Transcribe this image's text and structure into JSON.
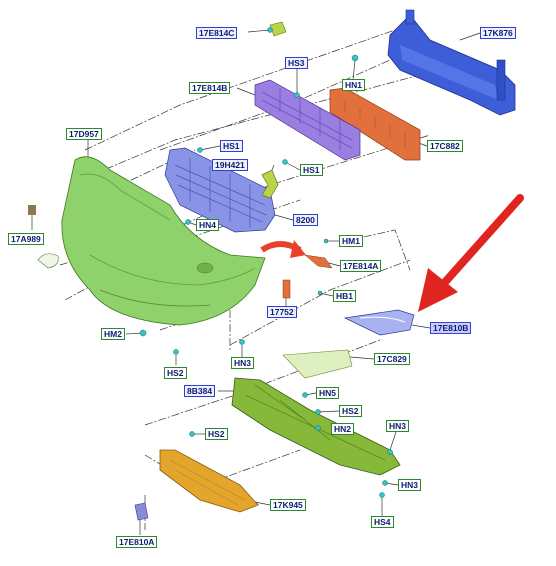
{
  "labels": {
    "l_17E814C": "17E814C",
    "l_17K876": "17K876",
    "l_HS3": "HS3",
    "l_HN1": "HN1",
    "l_17E814B": "17E814B",
    "l_17D957": "17D957",
    "l_17C882": "17C882",
    "l_HS1a": "HS1",
    "l_19H421": "19H421",
    "l_HS1b": "HS1",
    "l_17A989": "17A989",
    "l_HN4": "HN4",
    "l_8200": "8200",
    "l_HM1": "HM1",
    "l_17E814A": "17E814A",
    "l_HB1": "HB1",
    "l_17752": "17752",
    "l_17E810B": "17E810B",
    "l_HM2": "HM2",
    "l_HS2a": "HS2",
    "l_HN3a": "HN3",
    "l_17C829": "17C829",
    "l_8B384": "8B384",
    "l_HN5": "HN5",
    "l_HS2b": "HS2",
    "l_HN2": "HN2",
    "l_HN3b": "HN3",
    "l_HS2c": "HS2",
    "l_HN3c": "HN3",
    "l_HS4": "HS4",
    "l_17K945": "17K945",
    "l_17E810A": "17E810A"
  },
  "colors": {
    "bumper_cover": "#8fd16a",
    "grille_upper": "#9b7fe0",
    "reinforcement": "#3d5ed8",
    "absorber": "#e2703c",
    "grille_lower": "#8a94e6",
    "bracket_yellow": "#b8d44a",
    "undertray": "#86b83a",
    "skid_plate": "#e3a52c",
    "lip_trim": "#dff0c0",
    "headlamp_bracket": "#a9b2f0",
    "pointer_arrow": "#e02420",
    "curved_arrow": "#e8402c",
    "label_border": "#2c8a2c",
    "label_text": "#0b1d6e"
  },
  "icons": {
    "pointer": "red-pointer-arrow",
    "direction": "curved-red-arrow",
    "fastener": "clip-icon"
  }
}
